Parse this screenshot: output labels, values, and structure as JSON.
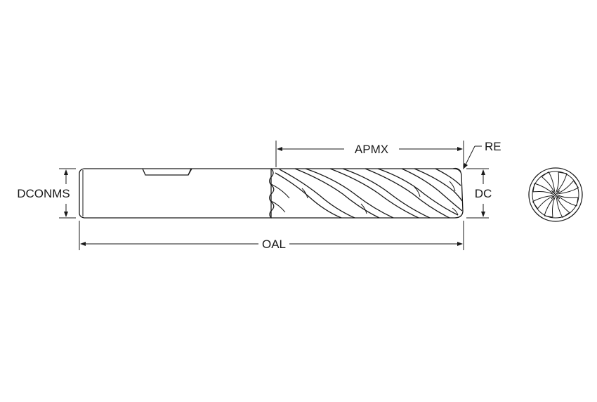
{
  "labels": {
    "apmx": "APMX",
    "re": "RE",
    "dconms": "DCONMS",
    "dc": "DC",
    "oal": "OAL"
  },
  "colors": {
    "line": "#1a1a1a",
    "background": "#ffffff"
  }
}
